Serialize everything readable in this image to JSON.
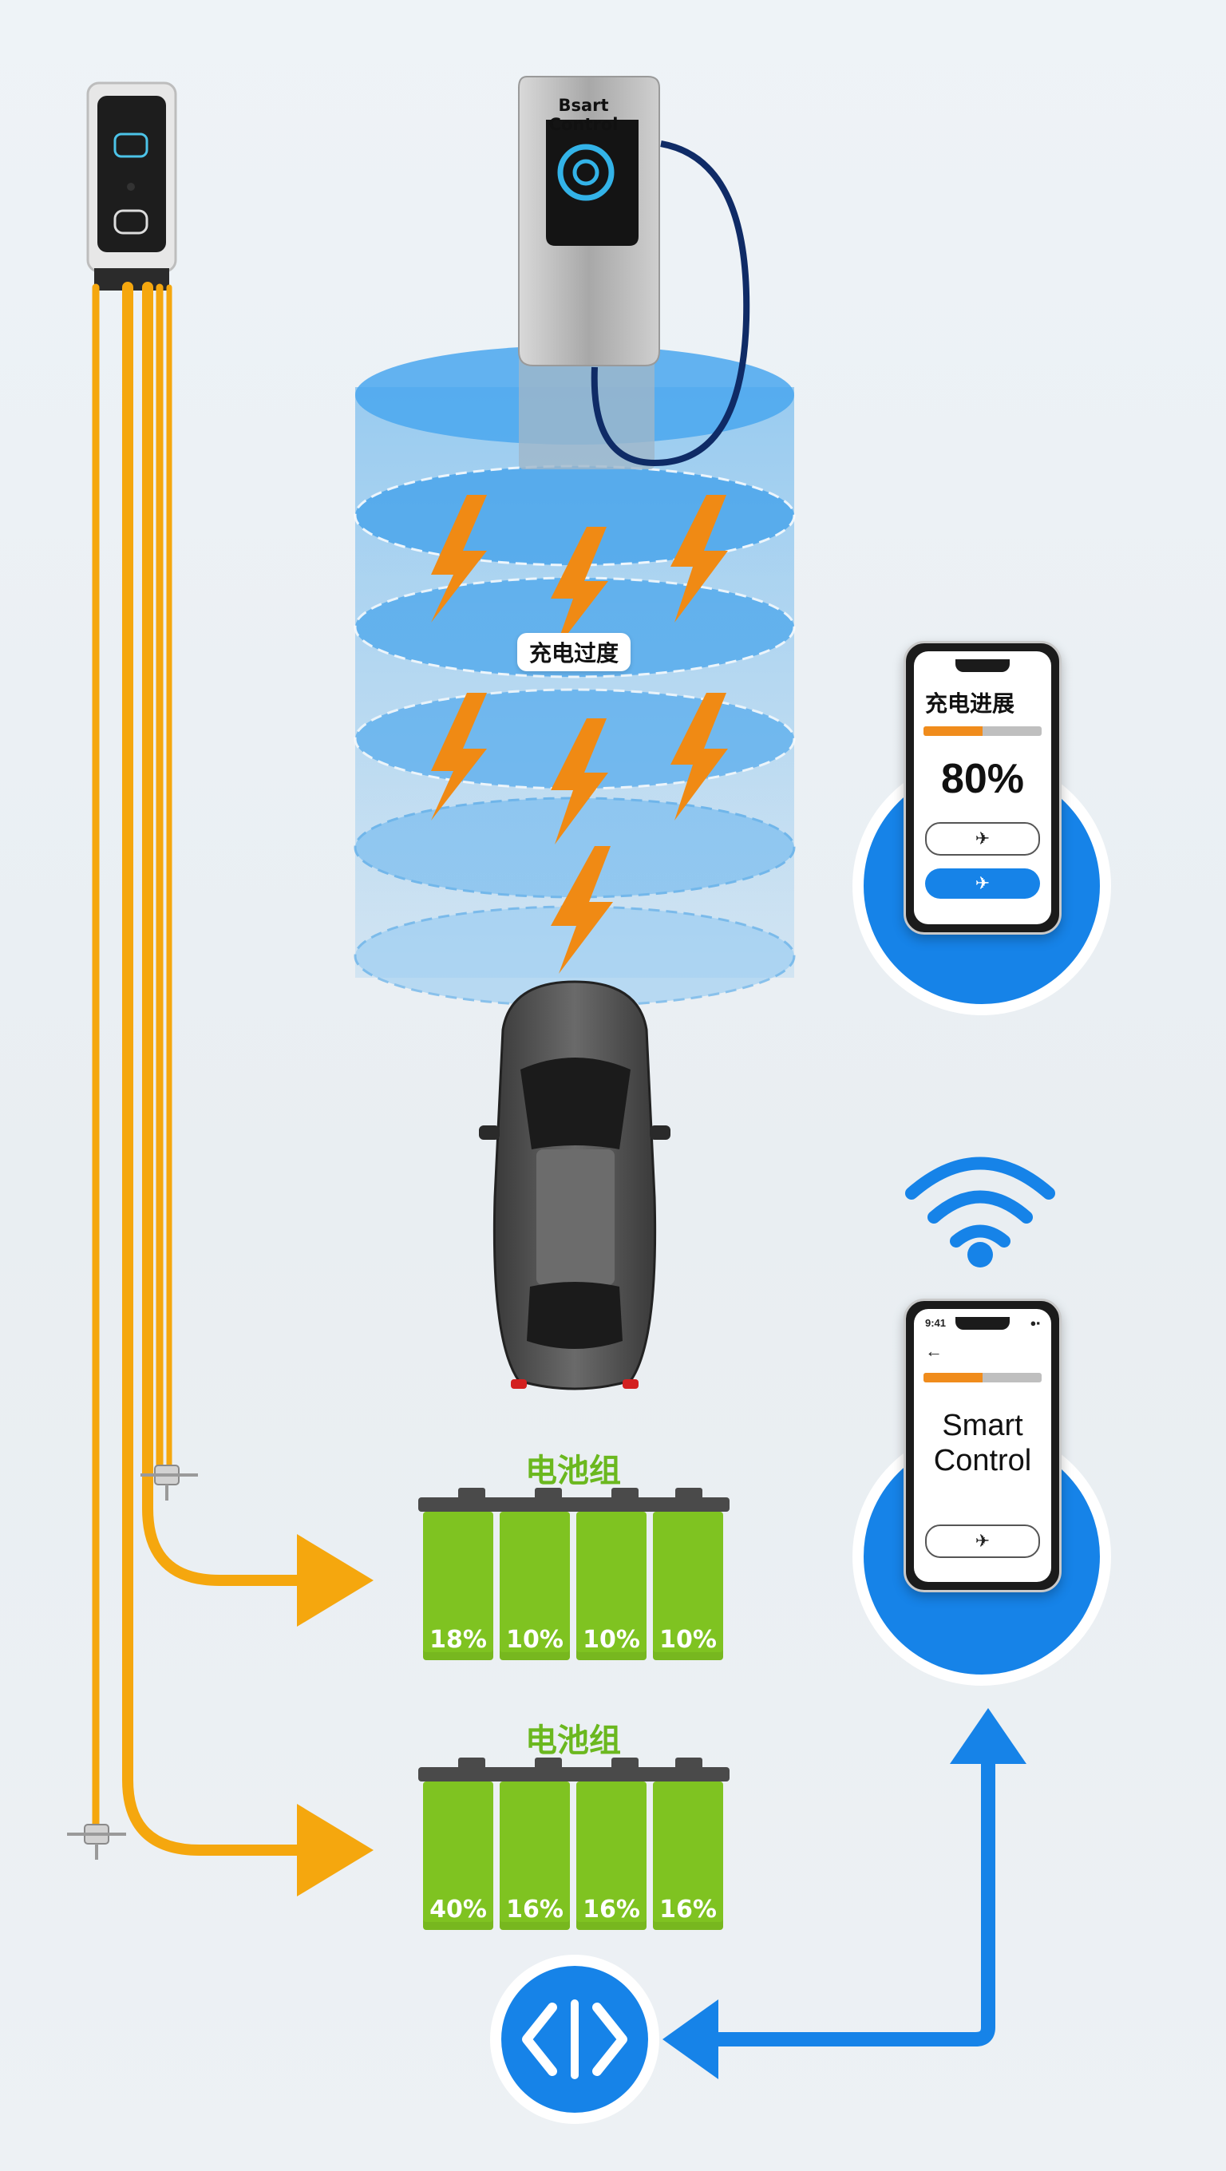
{
  "charger": {
    "brand_label": "Bsart Control",
    "beam_label": "充电过度"
  },
  "phone_top": {
    "title": "充电进展",
    "progress_fraction": 0.5,
    "percent": "80%",
    "btn_outline_icon": "✈",
    "btn_fill_icon": "✈"
  },
  "phone_bottom": {
    "status_left": "9:41",
    "back_icon": "←",
    "status_right_icon": "●▪",
    "progress_fraction": 0.5,
    "label_line1": "Smart",
    "label_line2": "Control",
    "btn_icon": "✈"
  },
  "battery_pack_1": {
    "title": "电池组",
    "cells": [
      "18%",
      "10%",
      "10%",
      "10%"
    ]
  },
  "battery_pack_2": {
    "title": "电池组",
    "cells": [
      "40%",
      "16%",
      "16%",
      "16%"
    ]
  },
  "icons": {
    "wifi": "wifi-icon",
    "code": "code-icon",
    "lightning": "lightning-icon",
    "car": "car-icon",
    "wall_charger": "wall-charger-icon"
  },
  "colors": {
    "wire": "#f5a70e",
    "beam": "#3aa0ea",
    "bolt": "#f08a14",
    "battery": "#7fc321",
    "accent_blue": "#1683e8"
  }
}
